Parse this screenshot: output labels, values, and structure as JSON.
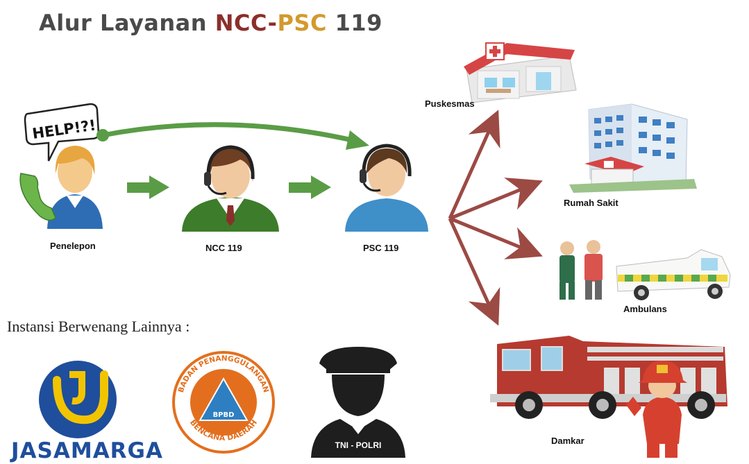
{
  "title": {
    "part1": "Alur Layanan ",
    "part2": "NCC",
    "part3": "-",
    "part4": "PSC",
    "part5": " 119"
  },
  "bubble_text": "HELP!?!",
  "flow": {
    "caller": "Penelepon",
    "ncc": "NCC 119",
    "psc": "PSC 119"
  },
  "destinations": {
    "puskesmas": "Puskesmas",
    "rumah_sakit": "Rumah Sakit",
    "ambulans": "Ambulans",
    "damkar": "Damkar"
  },
  "other_agencies": {
    "heading": "Instansi Berwenang Lainnya :",
    "jasamarga": "JASAMARGA",
    "bpbd_top": "BADAN PENANGGULANGAN",
    "bpbd_bottom": "BENCANA DAERAH",
    "bpbd_center": "BPBD",
    "tni_polri": "TNI - POLRI"
  },
  "colors": {
    "green_arrow": "#5a9c46",
    "red_arrow": "#9c4a44",
    "title_red": "#8b2f2a",
    "title_gold": "#d29a2e",
    "title_gray": "#4a4a4a",
    "jasamarga_blue": "#1f4e9c",
    "jasamarga_yellow": "#f2c400",
    "bpbd_orange": "#e36f1e",
    "bpbd_blue": "#2e7fc1"
  }
}
